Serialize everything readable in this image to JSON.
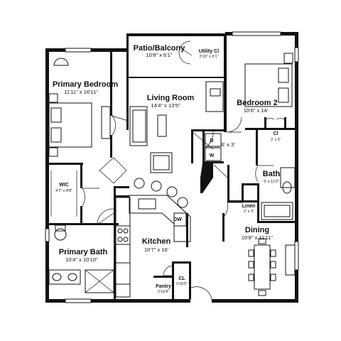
{
  "rooms": {
    "patio": {
      "name": "Patio/Balcony",
      "dim": "10'8\" x 6'1\""
    },
    "utility": {
      "name": "Utility Cl",
      "dim": "2'10\" x 6'1\""
    },
    "primary_bedroom": {
      "name": "Primary Bedroom",
      "dim": "11'11\" x 16'11\""
    },
    "living_room": {
      "name": "Living Room",
      "dim": "14'4\" x 13'5\""
    },
    "bedroom2": {
      "name": "Bedroom 2",
      "dim": "10'6\" x 14'"
    },
    "cl_bed2": {
      "name": "Cl",
      "dim": "2' x 5'"
    },
    "laundry": {
      "dim": "6' x 3'",
      "w": "W",
      "d": "D"
    },
    "wic": {
      "name": "WIC",
      "dim": "4'7\" x 8'8\""
    },
    "bath": {
      "name": "Bath",
      "dim": "5' x 11'3\""
    },
    "linen": {
      "name": "Linen",
      "dim": "2' x 3'"
    },
    "dw": {
      "name": "DW"
    },
    "dining": {
      "name": "Dining",
      "dim": "10'8\" x 11'11\""
    },
    "kitchen": {
      "name": "Kitchen",
      "dim": "10'7\" x 16'"
    },
    "primary_bath": {
      "name": "Primary Bath",
      "dim": "10'4\" x 10'10\""
    },
    "cl_kitchen": {
      "name": "CL",
      "dim": "2'x5'5\""
    },
    "pantry": {
      "name": "Pantry",
      "dim": "2'x3'4\""
    }
  }
}
